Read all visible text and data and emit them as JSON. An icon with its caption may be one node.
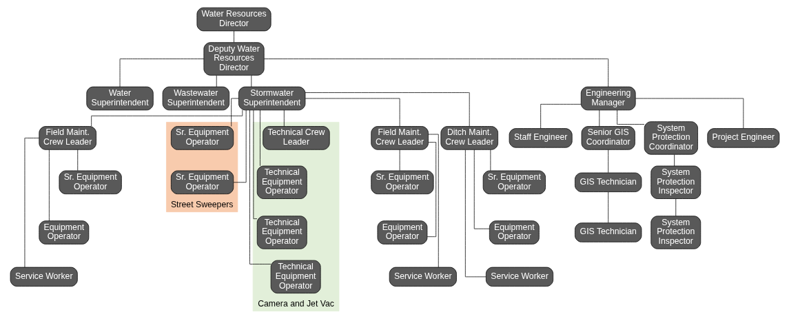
{
  "diagram": {
    "nodes": [
      {
        "text": [
          "Water Resources Director"
        ]
      },
      {
        "text": [
          "Deputy Water Resources Director"
        ]
      },
      {
        "text": [
          "Water Superintendent"
        ]
      },
      {
        "text": [
          "Wastewater Superintendent"
        ]
      },
      {
        "text": [
          "Stormwater Superintendent"
        ]
      },
      {
        "text": [
          "Engineering Manager"
        ]
      },
      {
        "text": [
          "Field Maint. Crew Leader"
        ]
      },
      {
        "text": [
          "Sr. Equipment Operator"
        ]
      },
      {
        "text": [
          "Equipment Operator"
        ]
      },
      {
        "text": [
          "Service Worker"
        ]
      },
      {
        "text": [
          "Ditch Maint. Crew Leader"
        ]
      },
      {
        "text": [
          "Sr. Equipment Operator"
        ]
      },
      {
        "text": [
          "Equipment Operator"
        ]
      },
      {
        "text": [
          "Service Worker"
        ]
      },
      {
        "text": [
          "Field Maint. Crew Leader"
        ]
      },
      {
        "text": [
          "Sr. Equipment Operator"
        ]
      },
      {
        "text": [
          "Equipment Operator"
        ]
      },
      {
        "text": [
          "Service Worker"
        ]
      },
      {
        "text": [
          "Camera and Jet Vac"
        ]
      },
      {
        "text": [
          "Technical Crew Leader"
        ],
        "in": 18
      },
      {
        "text": [
          "Technical Equipment Operator"
        ],
        "in": 18
      },
      {
        "text": [
          "Technical Equipment Operator"
        ],
        "in": 18
      },
      {
        "text": [
          "Technical Equipment Operator"
        ],
        "in": 18
      },
      {
        "text": [
          "Street Sweepers"
        ]
      },
      {
        "text": [
          "Sr. Equipment Operator"
        ],
        "in": 23
      },
      {
        "text": [
          "Sr. Equipment Operator"
        ],
        "in": 23
      },
      {
        "text": [
          "Project Engineer"
        ]
      },
      {
        "text": [
          "Staff Engineer"
        ]
      },
      {
        "text": [
          "Senior GIS Coordinator"
        ]
      },
      {
        "text": [
          "System Protection Coordinator"
        ]
      },
      {
        "text": [
          "GIS Technician"
        ]
      },
      {
        "text": [
          "GIS Technician"
        ]
      },
      {
        "text": [
          "System Protection Inspector"
        ]
      },
      {
        "text": [
          "System Protection Inspector"
        ]
      }
    ],
    "edges": [
      {
        "from": 0,
        "to": 1,
        "arrow": "none"
      },
      {
        "from": 1,
        "to": 2,
        "arrow": "none"
      },
      {
        "from": 1,
        "to": 3,
        "arrow": "none"
      },
      {
        "from": 1,
        "to": 4,
        "arrow": "none"
      },
      {
        "from": 1,
        "to": 5,
        "arrow": "none"
      },
      {
        "from": 4,
        "to": 6,
        "arrow": "none"
      },
      {
        "from": 6,
        "to": 7,
        "arrow": "none"
      },
      {
        "from": 6,
        "to": 8,
        "arrow": "none"
      },
      {
        "from": 6,
        "to": 9,
        "arrow": "none"
      },
      {
        "from": 4,
        "to": 10,
        "arrow": "none"
      },
      {
        "from": 10,
        "to": 11,
        "arrow": "none"
      },
      {
        "from": 10,
        "to": 12,
        "arrow": "none"
      },
      {
        "from": 10,
        "to": 13,
        "arrow": "none"
      },
      {
        "from": 4,
        "to": 14,
        "arrow": "none"
      },
      {
        "from": 14,
        "to": 15,
        "arrow": "none"
      },
      {
        "from": 14,
        "to": 16,
        "arrow": "none"
      },
      {
        "from": 14,
        "to": 17,
        "arrow": "none"
      },
      {
        "from": 4,
        "to": 19,
        "arrow": "none"
      },
      {
        "from": 4,
        "to": 20,
        "arrow": "none"
      },
      {
        "from": 4,
        "to": 21,
        "arrow": "none"
      },
      {
        "from": 4,
        "to": 22,
        "arrow": "none"
      },
      {
        "from": 4,
        "to": 24,
        "arrow": "none"
      },
      {
        "from": 4,
        "to": 25,
        "arrow": "none"
      },
      {
        "from": 5,
        "to": 26,
        "arrow": "none"
      },
      {
        "from": 5,
        "to": 27,
        "arrow": "none"
      },
      {
        "from": 5,
        "to": 28,
        "arrow": "none"
      },
      {
        "from": 5,
        "to": 29,
        "arrow": "none"
      },
      {
        "from": 28,
        "to": 30,
        "arrow": "none"
      },
      {
        "from": 30,
        "to": 31,
        "arrow": "none"
      },
      {
        "from": 29,
        "to": 32,
        "arrow": "none"
      },
      {
        "from": 32,
        "to": 33,
        "arrow": "none"
      }
    ]
  }
}
